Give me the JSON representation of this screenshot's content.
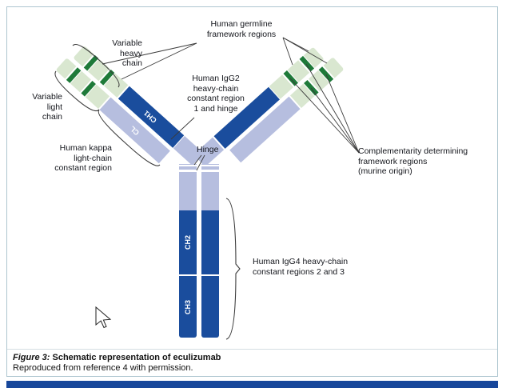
{
  "panel": {
    "caption_prefix": "Figure 3:",
    "caption_title": " Schematic representation of eculizumab",
    "caption_note": "Reproduced from reference 4 with permission."
  },
  "diagram": {
    "labels": {
      "germline": "Human germline\nframework regions",
      "variable_heavy": "Variable\nheavy\nchain",
      "variable_light": "Variable\nlight\nchain",
      "kappa_constant": "Human kappa\nlight-chain\nconstant region",
      "igg2": "Human IgG2\nheavy-chain\nconstant region\n1 and hinge",
      "hinge": "Hinge",
      "cdr": "Complementarity determining\nframework regions\n(murine origin)",
      "igg4": "Human IgG4 heavy-chain\nconstant regions 2 and 3"
    },
    "domains": {
      "ch1": "CH1",
      "cl": "CL",
      "ch2": "CH2",
      "ch3": "CH3"
    },
    "colors": {
      "constant_blue": "#1a4d9d",
      "hinge_lavender": "#b6bedf",
      "framework_pale_green": "#d9e7d0",
      "cdr_dark_green": "#1e7a39",
      "panel_border": "#aec6d0",
      "footer_bar": "#17479b"
    }
  }
}
